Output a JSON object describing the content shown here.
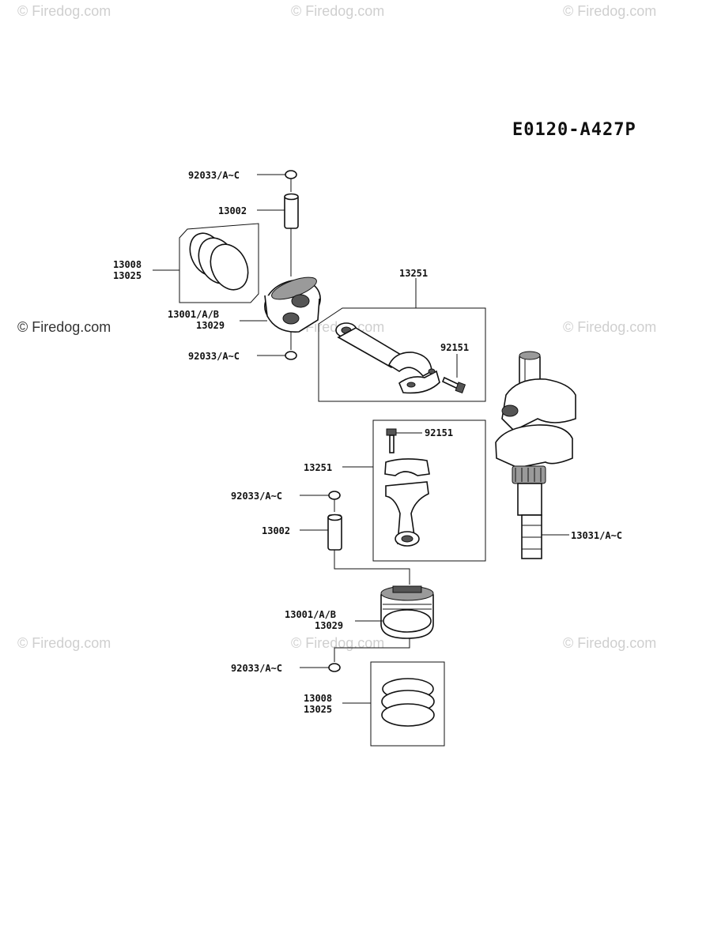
{
  "watermark": {
    "text": "© Firedog.com"
  },
  "diagram_code": "E0120-A427P",
  "labels": {
    "circlip_top_1": "92033/A~C",
    "pin_top": "13002",
    "rings_top_1": "13008",
    "rings_top_2": "13025",
    "piston_top_1": "13001/A/B",
    "piston_top_2": "13029",
    "circlip_top_2": "92033/A~C",
    "conrod_top": "13251",
    "bolt_top": "92151",
    "bolt_bottom": "92151",
    "conrod_bottom": "13251",
    "circlip_bottom_1": "92033/A~C",
    "pin_bottom": "13002",
    "crankshaft": "13031/A~C",
    "piston_bottom_1": "13001/A/B",
    "piston_bottom_2": "13029",
    "circlip_bottom_2": "92033/A~C",
    "rings_bottom_1": "13008",
    "rings_bottom_2": "13025"
  }
}
